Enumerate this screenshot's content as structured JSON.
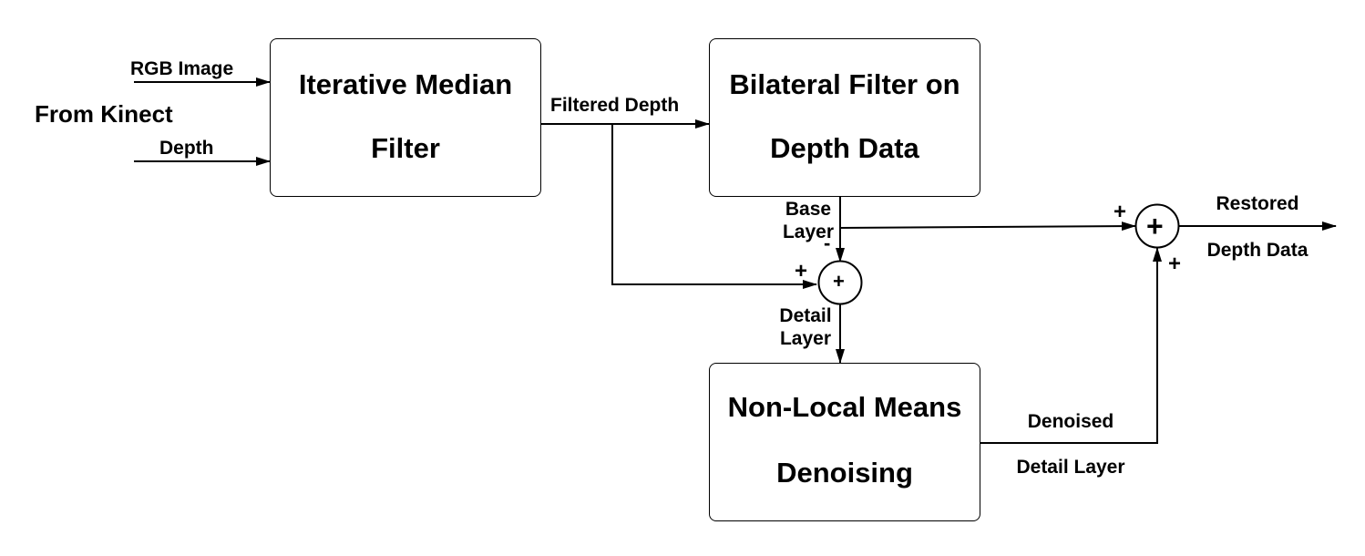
{
  "source_label": "From Kinect",
  "inputs": {
    "rgb": "RGB Image",
    "depth": "Depth"
  },
  "blocks": {
    "median": {
      "line1": "Iterative Median",
      "line2": "Filter"
    },
    "bilateral": {
      "line1": "Bilateral Filter on",
      "line2": "Depth Data"
    },
    "nlm": {
      "line1": "Non-Local Means",
      "line2": "Denoising"
    }
  },
  "edges": {
    "filtered_depth": "Filtered Depth",
    "base_layer_1": "Base",
    "base_layer_2": "Layer",
    "detail_layer_1": "Detail",
    "detail_layer_2": "Layer",
    "denoised_1": "Denoised",
    "denoised_2": "Detail Layer",
    "restored_1": "Restored",
    "restored_2": "Depth Data"
  },
  "junctions": {
    "subtract_symbol": "+",
    "subtract_plus_in": "+",
    "subtract_minus_in": "-",
    "sum_symbol": "+",
    "sum_plus_top": "+",
    "sum_plus_bottom": "+"
  }
}
